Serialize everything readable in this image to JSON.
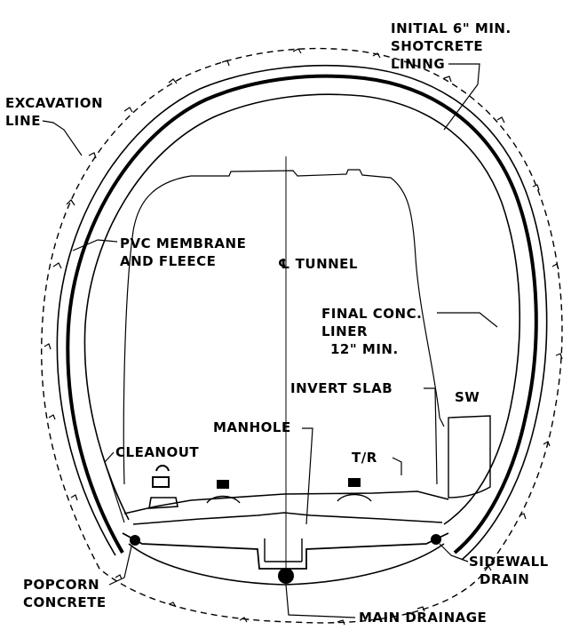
{
  "labels": {
    "excavation_line": [
      "EXCAVATION",
      "LINE"
    ],
    "shotcrete": [
      "INITIAL 6\" MIN.",
      "SHOTCRETE",
      "LINING"
    ],
    "pvc": [
      "PVC MEMBRANE",
      "AND FLEECE"
    ],
    "centerline": "℄ TUNNEL",
    "final_liner": [
      "FINAL CONC.",
      "LINER",
      "12\" MIN."
    ],
    "invert_slab": "INVERT SLAB",
    "sw": "SW",
    "manhole": "MANHOLE",
    "cleanout": "CLEANOUT",
    "tr": "T/R",
    "popcorn": [
      "POPCORN",
      "CONCRETE"
    ],
    "sidewall_drain": [
      "SIDEWALL",
      "DRAIN"
    ],
    "main_drainage": "MAIN DRAINAGE"
  }
}
